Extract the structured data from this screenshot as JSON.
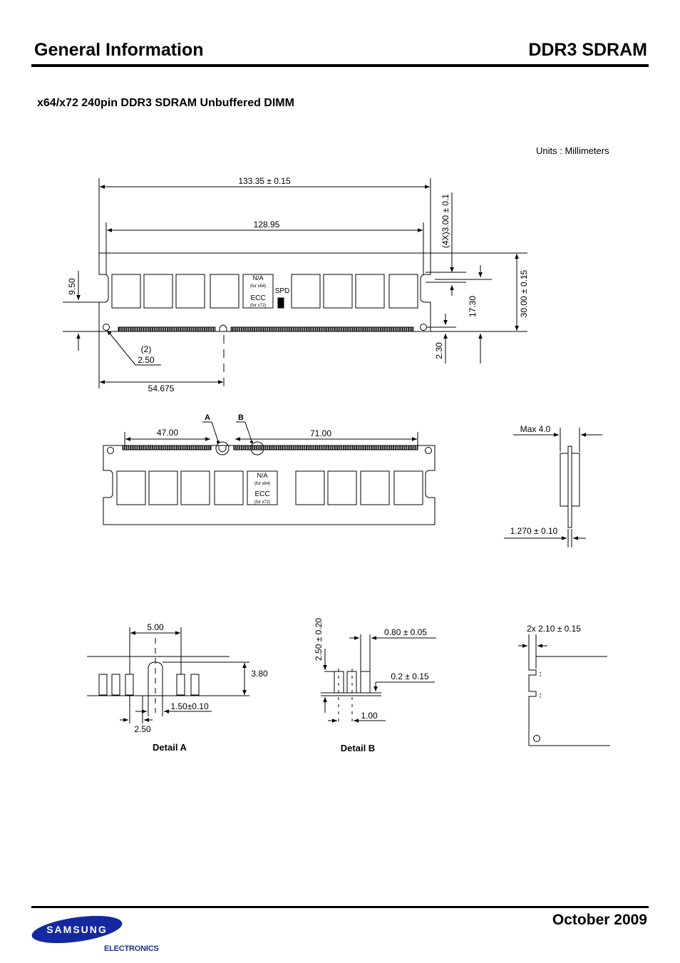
{
  "header": {
    "left_title": "General Information",
    "right_title": "DDR3 SDRAM"
  },
  "section_title": "x64/x72 240pin DDR3 SDRAM Unbuffered DIMM",
  "units_note": "Units : Millimeters",
  "front_view": {
    "width_overall": "133.35 ± 0.15",
    "width_inner": "128.95",
    "notch_offset_top": "(4X)3.00 ± 0.1",
    "height_total": "30.00 ± 0.15",
    "height_notch": "17.30",
    "left_height": "9.50",
    "hole_offset": "2.30",
    "hole_count": "(2)",
    "hole_dia": "2.50",
    "key_position": "54.675",
    "chip_na": "N/A",
    "chip_for_x64": "(for x64)",
    "chip_ecc": "ECC",
    "chip_for_x72": "(for  x72)",
    "spd_label": "SPD"
  },
  "back_view": {
    "label_a": "A",
    "label_b": "B",
    "dim_left": "47.00",
    "dim_right": "71.00",
    "chip_na": "N/A",
    "chip_for_x64": "(for x64)",
    "chip_ecc": "ECC",
    "chip_for_x72": "(for  x72)"
  },
  "side_view": {
    "max_thickness": "Max 4.0",
    "pcb_thickness": "1.270 ± 0.10"
  },
  "detail_a": {
    "title": "Detail A",
    "dim_width": "5.00",
    "dim_height": "3.80",
    "dim_slot": "1.50±0.10",
    "dim_pitch": "2.50"
  },
  "detail_b": {
    "title": "Detail B",
    "dim_height": "2.50 ± 0.20",
    "dim_pad": "0.80 ± 0.05",
    "dim_gap": "0.2 ± 0.15",
    "dim_pitch": "1.00"
  },
  "edge_detail": {
    "dim_notch": "2x 2.10 ± 0.15"
  },
  "footer": {
    "date": "October 2009",
    "brand": "SAMSUNG",
    "brand_sub": "ELECTRONICS",
    "brand_color": "#1428a0"
  }
}
